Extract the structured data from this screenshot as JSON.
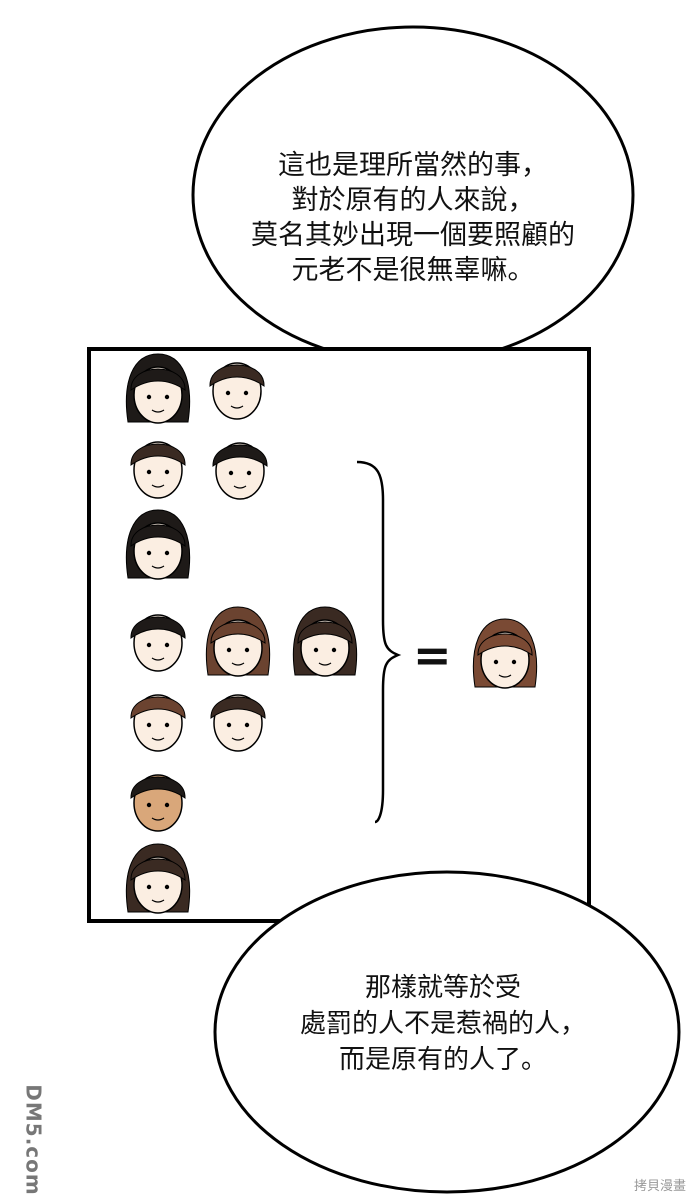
{
  "bubbles": {
    "top": {
      "lines": [
        "這也是理所當然的事，",
        "對於原有的人來說，",
        "莫名其妙出現一個要照顧的",
        "元老不是很無辜嘛。"
      ]
    },
    "bottom": {
      "lines": [
        "那樣就等於受",
        "處罰的人不是惹禍的人，",
        "而是原有的人了。"
      ]
    }
  },
  "panel": {
    "equals_sign": "=",
    "hair_colors": {
      "black": "#1e1a18",
      "dark_brown": "#3a2a22",
      "brown": "#6b4330",
      "auburn": "#7a4a34"
    },
    "skin_colors": {
      "light": "#fbeee2",
      "tan": "#d9a77a"
    }
  },
  "watermarks": {
    "left": "DM5.com",
    "right": "拷貝漫畫"
  }
}
